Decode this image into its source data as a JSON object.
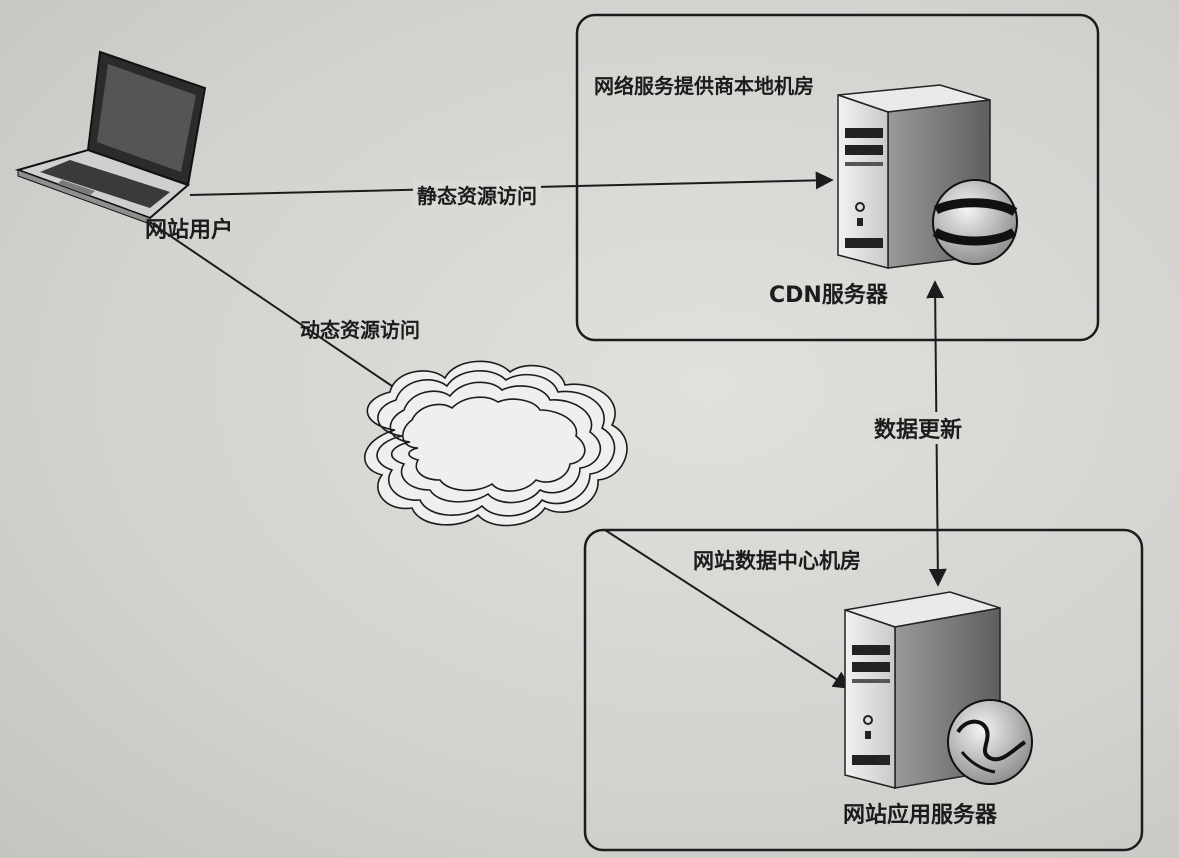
{
  "nodes": {
    "user": {
      "label": "网站用户",
      "icon": "laptop-icon"
    },
    "cdn_room": {
      "label": "网络服务提供商本地机房"
    },
    "cdn_server": {
      "label": "CDN服务器",
      "icon": "server-with-globe-icon"
    },
    "dc_room": {
      "label": "网站数据中心机房"
    },
    "app_server": {
      "label": "网站应用服务器",
      "icon": "server-with-globe-icon"
    },
    "internet": {
      "icon": "cloud-icon"
    }
  },
  "edges": {
    "static_access": {
      "label": "静态资源访问"
    },
    "dynamic_access": {
      "label": "动态资源访问"
    },
    "data_update": {
      "label": "数据更新"
    }
  },
  "colors": {
    "ink": "#1c1c1c",
    "paper": "#d8d6d3"
  }
}
